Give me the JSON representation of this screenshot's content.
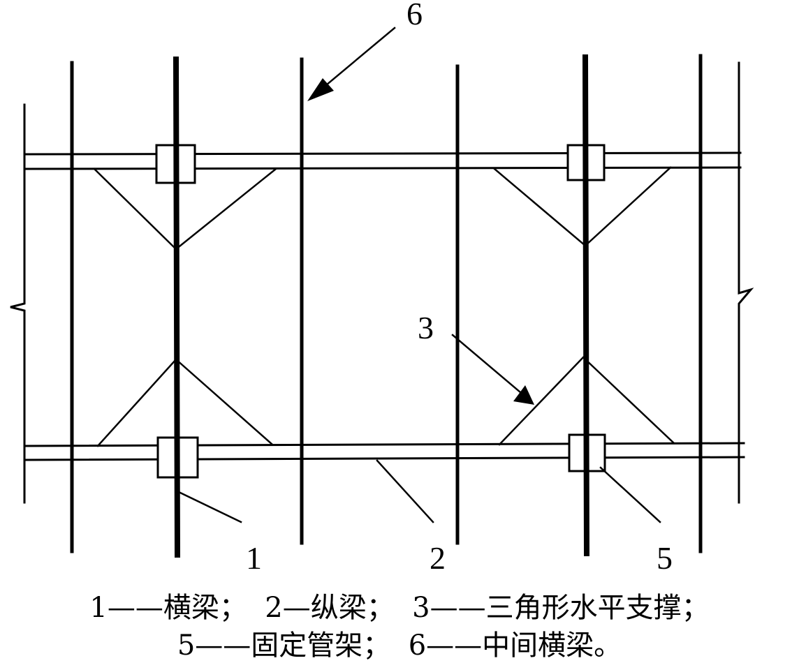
{
  "labels": {
    "l1": "1",
    "l2": "2",
    "l3": "3",
    "l5": "5",
    "l6": "6"
  },
  "caption": {
    "line1": "1——横梁；  2—纵梁；  3——三角形水平支撑；",
    "line2": "5——固定管架；  6——中间横梁。"
  }
}
